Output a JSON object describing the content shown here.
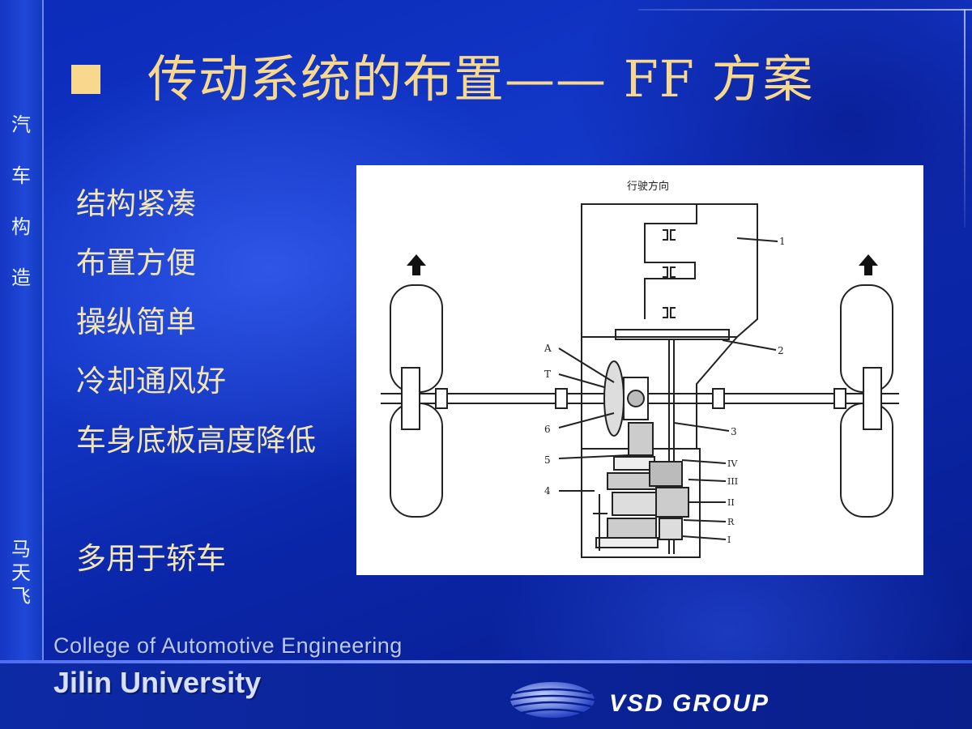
{
  "sidebar": {
    "course": [
      "汽",
      "车",
      "构",
      "造"
    ],
    "author": [
      "马",
      "天",
      "飞"
    ]
  },
  "title": "传动系统的布置—— FF 方案",
  "points": [
    "结构紧凑",
    "布置方便",
    "操纵简单",
    "冷却通风好",
    "车身底板高度降低"
  ],
  "usage": "多用于轿车",
  "figure": {
    "direction_label": "行驶方向",
    "labels": {
      "n1": "1",
      "n2": "2",
      "n3": "3",
      "n4": "4",
      "n5": "5",
      "n6": "6",
      "A": "A",
      "T": "T",
      "gIV": "IV",
      "gIII": "III",
      "gII": "II",
      "gR": "R",
      "gI": "I"
    }
  },
  "footer": {
    "college": "College of Automotive Engineering",
    "university": "Jilin University",
    "group": "VSD GROUP"
  },
  "colors": {
    "background": "#0b2bb8",
    "title": "#f7d88c",
    "text": "#f3e6b0"
  }
}
